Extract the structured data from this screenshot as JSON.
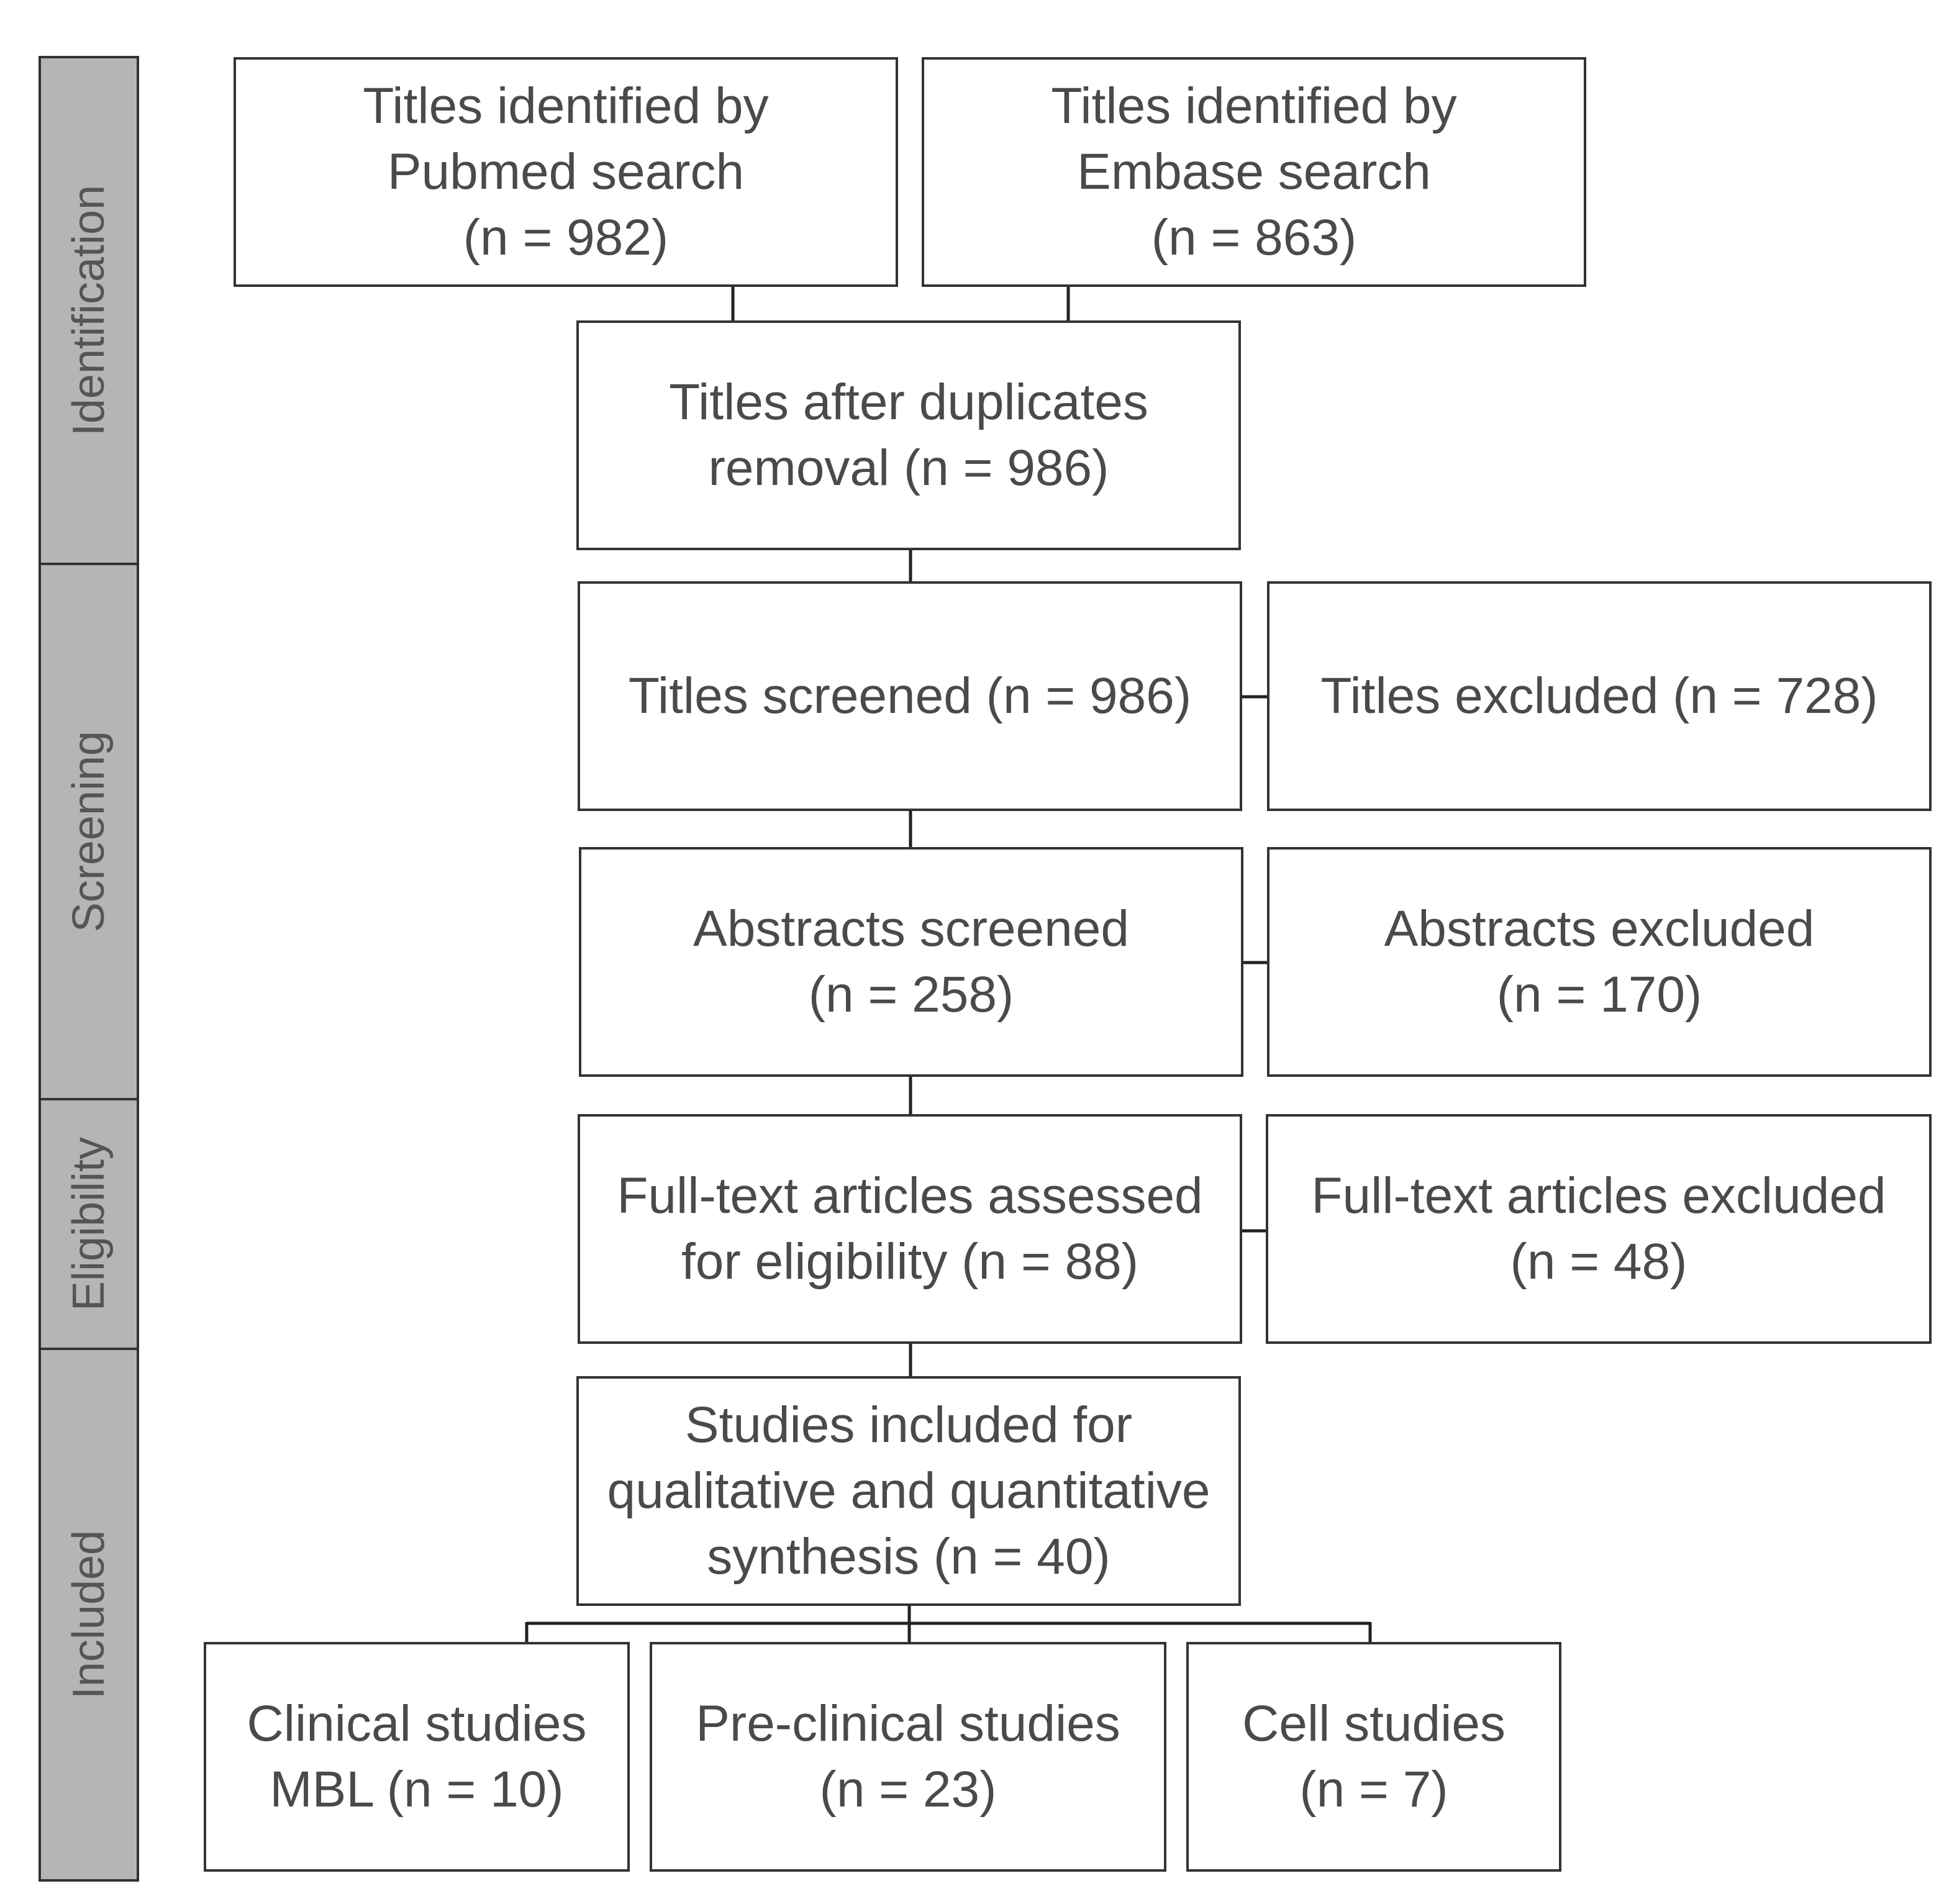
{
  "phases": {
    "identification": "Identification",
    "screening": "Screening",
    "eligibility": "Eligibility",
    "included": "Included"
  },
  "boxes": {
    "pubmed": [
      "Titles identified by",
      "Pubmed search",
      "(n = 982)"
    ],
    "embase": [
      "Titles identified by",
      "Embase search",
      "(n = 863)"
    ],
    "duplicates": [
      "Titles after duplicates",
      "removal (n = 986)"
    ],
    "titles_screened": [
      "Titles screened (n = 986)"
    ],
    "titles_excluded": [
      "Titles excluded (n = 728)"
    ],
    "abstracts_screened": [
      "Abstracts screened",
      "(n = 258)"
    ],
    "abstracts_excluded": [
      "Abstracts excluded",
      "(n = 170)"
    ],
    "fulltext_assessed": [
      "Full-text articles assessed",
      "for eligibility (n = 88)"
    ],
    "fulltext_excluded": [
      "Full-text articles excluded",
      "(n = 48)"
    ],
    "studies_included": [
      "Studies included for",
      "qualitative and quantitative",
      "synthesis (n = 40)"
    ],
    "clinical": [
      "Clinical studies",
      "MBL (n = 10)"
    ],
    "preclinical": [
      "Pre-clinical studies",
      "(n = 23)"
    ],
    "cell": [
      "Cell studies",
      "(n = 7)"
    ]
  }
}
